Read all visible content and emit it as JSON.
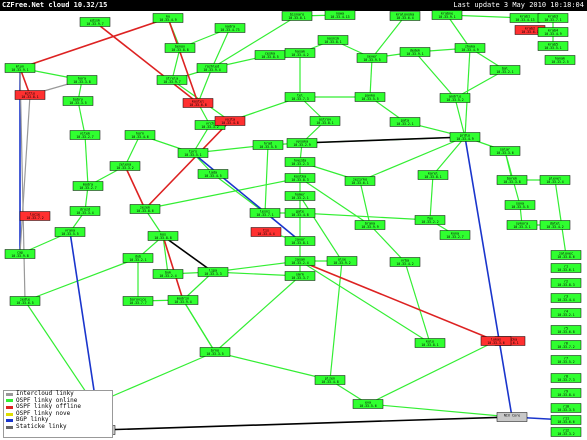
{
  "header": {
    "title": "CZFree.Net cloud 10.32/15",
    "update": "Last update 3 May 2010 10:18:04"
  },
  "colors": {
    "node_green": "#30ff30",
    "node_red": "#ff3030",
    "node_gray": "#c8c8c8",
    "link_green": "#33ee33",
    "link_red": "#dd2222",
    "link_blue": "#1a35cc",
    "link_black": "#000000",
    "link_gray": "#999999"
  },
  "legend": [
    {
      "label": "Intercloud linky",
      "color": "#999999"
    },
    {
      "label": "OSPF linky online",
      "color": "#33ee33"
    },
    {
      "label": "OSPF linky offline",
      "color": "#dd2222"
    },
    {
      "label": "OSPF linky nove",
      "color": "#dddd00"
    },
    {
      "label": "BGP linky",
      "color": "#1a35cc"
    },
    {
      "label": "Staticke linky",
      "color": "#666666"
    }
  ],
  "nodes": [
    {
      "id": "n1",
      "name": "edisk",
      "ip": "10.33.9.7",
      "color": "green"
    },
    {
      "id": "n2",
      "name": "ku",
      "ip": "10.33.4.9",
      "color": "green"
    },
    {
      "id": "n3",
      "name": "bisnaro",
      "ip": "10.33.8.1",
      "color": "green"
    },
    {
      "id": "n4",
      "name": "nowa",
      "ip": "10.33.4.13",
      "color": "green"
    },
    {
      "id": "n5",
      "name": "kralovska",
      "ip": "10.33.6.4",
      "color": "green"
    },
    {
      "id": "n6",
      "name": "krabne",
      "ip": "10.33.9.1",
      "color": "green"
    },
    {
      "id": "n7",
      "name": "krab1",
      "ip": "10.33.4.13",
      "color": "green"
    },
    {
      "id": "n8",
      "name": "krab2",
      "ip": "10.33.6.1",
      "color": "red"
    },
    {
      "id": "n9",
      "name": "krab3",
      "ip": "10.33.7.1",
      "color": "green"
    },
    {
      "id": "n10",
      "name": "krab4",
      "ip": "10.33.4.9",
      "color": "green"
    },
    {
      "id": "n11",
      "name": "krab5",
      "ip": "10.33.5.1",
      "color": "green"
    },
    {
      "id": "n12",
      "name": "mlyn",
      "ip": "10.33.9.1",
      "color": "green"
    },
    {
      "id": "n13",
      "name": "hora",
      "ip": "10.33.3.8",
      "color": "green"
    },
    {
      "id": "n14",
      "name": "benox",
      "ip": "10.33.8.8",
      "color": "green"
    },
    {
      "id": "n15",
      "name": "nadra",
      "ip": "10.33.4.73",
      "color": "green"
    },
    {
      "id": "n16",
      "name": "rozhled",
      "ip": "10.33.9.4",
      "color": "green"
    },
    {
      "id": "n17",
      "name": "ceska",
      "ip": "10.33.8.5",
      "color": "green"
    },
    {
      "id": "n18",
      "name": "hasak",
      "ip": "10.33.4.2",
      "color": "green"
    },
    {
      "id": "n19",
      "name": "nosnik",
      "ip": "10.33.8.1",
      "color": "green"
    },
    {
      "id": "n20",
      "name": "sever",
      "ip": "10.33.9.5",
      "color": "green"
    },
    {
      "id": "n21",
      "name": "dedek",
      "ip": "10.33.9.1",
      "color": "green"
    },
    {
      "id": "n22",
      "name": "zhuka",
      "ip": "10.33.4.9",
      "color": "green"
    },
    {
      "id": "n23",
      "name": "hanak",
      "ip": "10.33.2.5",
      "color": "green"
    },
    {
      "id": "n24",
      "name": "strela",
      "ip": "10.33.9.7",
      "color": "green"
    },
    {
      "id": "n25",
      "name": "kostel",
      "ip": "10.33.6.8",
      "color": "red"
    },
    {
      "id": "n26",
      "name": "tel",
      "ip": "10.33.7.3",
      "color": "green"
    },
    {
      "id": "n27",
      "name": "pavko",
      "ip": "10.33.5.5",
      "color": "green"
    },
    {
      "id": "n28",
      "name": "bobry",
      "ip": "10.33.3.5",
      "color": "green"
    },
    {
      "id": "n29",
      "name": "mjtlo",
      "ip": "10.33.8.1",
      "color": "red"
    },
    {
      "id": "n30",
      "name": "andrlo",
      "ip": "10.33.5.2",
      "color": "green"
    },
    {
      "id": "n31",
      "name": "bal",
      "ip": "10.33.2.1",
      "color": "green"
    },
    {
      "id": "n32",
      "name": "vrch",
      "ip": "10.33.3.2",
      "color": "green"
    },
    {
      "id": "n33",
      "name": "horn",
      "ip": "10.33.4.6",
      "color": "green"
    },
    {
      "id": "n34",
      "name": "tyrs",
      "ip": "10.33.5.1",
      "color": "green"
    },
    {
      "id": "n35",
      "name": "vysoka",
      "ip": "10.33.2.9",
      "color": "green"
    },
    {
      "id": "n36",
      "name": "ostrov",
      "ip": "10.33.8.1",
      "color": "green"
    },
    {
      "id": "n37",
      "name": "pata",
      "ip": "10.33.2.1",
      "color": "green"
    },
    {
      "id": "n38",
      "name": "prdlo",
      "ip": "10.33.4.9",
      "color": "green"
    },
    {
      "id": "n39",
      "name": "solar",
      "ip": "10.33.3.6",
      "color": "green"
    },
    {
      "id": "n40",
      "name": "vitek",
      "ip": "10.33.2.7",
      "color": "green"
    },
    {
      "id": "n41",
      "name": "zelena",
      "ip": "10.33.3.2",
      "color": "green"
    },
    {
      "id": "n42",
      "name": "vojta",
      "ip": "10.33.4.8",
      "color": "red"
    },
    {
      "id": "n43",
      "name": "hrad",
      "ip": "10.33.5.5",
      "color": "green"
    },
    {
      "id": "n44",
      "name": "hvezda",
      "ip": "10.33.2.3",
      "color": "green"
    },
    {
      "id": "n45",
      "name": "kostka",
      "ip": "10.33.8.3",
      "color": "green"
    },
    {
      "id": "n46",
      "name": "jezirko",
      "ip": "10.33.6.1",
      "color": "green"
    },
    {
      "id": "n47",
      "name": "homer",
      "ip": "10.33.2.1",
      "color": "green"
    },
    {
      "id": "n48",
      "name": "lada",
      "ip": "10.33.4.5",
      "color": "green"
    },
    {
      "id": "n49",
      "name": "modra",
      "ip": "10.33.2.7",
      "color": "green"
    },
    {
      "id": "n50",
      "name": "jezek",
      "ip": "10.33.8.6",
      "color": "green"
    },
    {
      "id": "n51",
      "name": "karel",
      "ip": "10.33.8.1",
      "color": "green"
    },
    {
      "id": "n52",
      "name": "borek",
      "ip": "10.33.3.8",
      "color": "green"
    },
    {
      "id": "n53",
      "name": "plevel",
      "ip": "10.33.2.4",
      "color": "green"
    },
    {
      "id": "n54",
      "name": "lesni",
      "ip": "10.33.7.1",
      "color": "green"
    },
    {
      "id": "n55",
      "name": "gate",
      "ip": "10.33.4.8",
      "color": "green"
    },
    {
      "id": "n56",
      "name": "brana",
      "ip": "10.33.9.9",
      "color": "green"
    },
    {
      "id": "n57",
      "name": "fox",
      "ip": "10.33.2.2",
      "color": "green"
    },
    {
      "id": "n58",
      "name": "kuna",
      "ip": "10.33.2.7",
      "color": "green"
    },
    {
      "id": "n59",
      "name": "sova",
      "ip": "10.33.5.5",
      "color": "green"
    },
    {
      "id": "n60",
      "name": "sykora",
      "ip": "10.33.3.1",
      "color": "green"
    },
    {
      "id": "n61",
      "name": "datel",
      "ip": "10.33.4.2",
      "color": "green"
    },
    {
      "id": "n62",
      "name": "cap",
      "ip": "10.33.9.8",
      "color": "green"
    },
    {
      "id": "n63",
      "name": "vrana",
      "ip": "10.33.5.5",
      "color": "green"
    },
    {
      "id": "n64",
      "name": "drozd",
      "ip": "10.33.3.4",
      "color": "green"
    },
    {
      "id": "n65",
      "name": "kos",
      "ip": "10.33.8.8",
      "color": "green"
    },
    {
      "id": "n66",
      "name": "dub",
      "ip": "10.33.2.1",
      "color": "green"
    },
    {
      "id": "n67",
      "name": "buk",
      "ip": "10.33.2.4",
      "color": "green"
    },
    {
      "id": "n68",
      "name": "lipa",
      "ip": "10.33.3.3",
      "color": "green"
    },
    {
      "id": "n69",
      "name": "javor",
      "ip": "10.33.8.1",
      "color": "green"
    },
    {
      "id": "n70",
      "name": "jasan",
      "ip": "10.33.2.4",
      "color": "green"
    },
    {
      "id": "n71",
      "name": "olse",
      "ip": "10.33.9.2",
      "color": "green"
    },
    {
      "id": "n72",
      "name": "vrba",
      "ip": "10.33.4.2",
      "color": "green"
    },
    {
      "id": "n73",
      "name": "smrk",
      "ip": "10.33.3.7",
      "color": "green"
    },
    {
      "id": "n74",
      "name": "jedle",
      "ip": "10.33.6.5",
      "color": "green"
    },
    {
      "id": "n75",
      "name": "borovice",
      "ip": "10.33.7.7",
      "color": "green"
    },
    {
      "id": "n76",
      "name": "modrin",
      "ip": "10.33.9.4",
      "color": "green"
    },
    {
      "id": "n77",
      "name": "tis",
      "ip": "10.33.4.4",
      "color": "red"
    },
    {
      "id": "n78",
      "name": "jalovec",
      "ip": "10.33.8.6",
      "color": "green"
    },
    {
      "id": "n79",
      "name": "NIX Core",
      "ip": "",
      "color": "gray"
    },
    {
      "id": "n80",
      "name": "r1",
      "ip": "10.33.6.1",
      "color": "green"
    },
    {
      "id": "n81",
      "name": "r2",
      "ip": "10.33.8.3",
      "color": "green"
    },
    {
      "id": "n82",
      "name": "r3",
      "ip": "10.33.4.4",
      "color": "green"
    },
    {
      "id": "n83",
      "name": "r4",
      "ip": "10.33.2.1",
      "color": "green"
    },
    {
      "id": "n84",
      "name": "r5",
      "ip": "10.33.6.8",
      "color": "green"
    },
    {
      "id": "n85",
      "name": "r6",
      "ip": "10.33.7.2",
      "color": "green"
    },
    {
      "id": "n86",
      "name": "r7",
      "ip": "10.33.5.2",
      "color": "green"
    },
    {
      "id": "n87",
      "name": "r8",
      "ip": "10.33.7.3",
      "color": "green"
    },
    {
      "id": "n88",
      "name": "r9",
      "ip": "10.33.8.4",
      "color": "green"
    },
    {
      "id": "n89",
      "name": "r10",
      "ip": "10.33.3.5",
      "color": "green"
    },
    {
      "id": "n90",
      "name": "r11",
      "ip": "10.33.6.6",
      "color": "green"
    },
    {
      "id": "n91",
      "name": "r12",
      "ip": "10.33.3.2",
      "color": "green"
    },
    {
      "id": "n92",
      "name": "inet",
      "ip": "",
      "color": "gray"
    },
    {
      "id": "n93",
      "name": "velicka",
      "ip": "10.33.6.1",
      "color": "red"
    },
    {
      "id": "n94",
      "name": "kolo",
      "ip": "10.33.8.1",
      "color": "green"
    },
    {
      "id": "n95",
      "name": "lukas",
      "ip": "10.33.3.6",
      "color": "red"
    },
    {
      "id": "n96",
      "name": "lucie",
      "ip": "10.33.7.2",
      "color": "red"
    },
    {
      "id": "n97",
      "name": "petra",
      "ip": "10.33.8.3",
      "color": "green"
    },
    {
      "id": "n98",
      "name": "eva",
      "ip": "10.33.5.6",
      "color": "green"
    },
    {
      "id": "n99",
      "name": "brno",
      "ip": "10.33.3.5",
      "color": "green"
    },
    {
      "id": "n100",
      "name": "plzen",
      "ip": "10.33.4.8",
      "color": "green"
    }
  ]
}
